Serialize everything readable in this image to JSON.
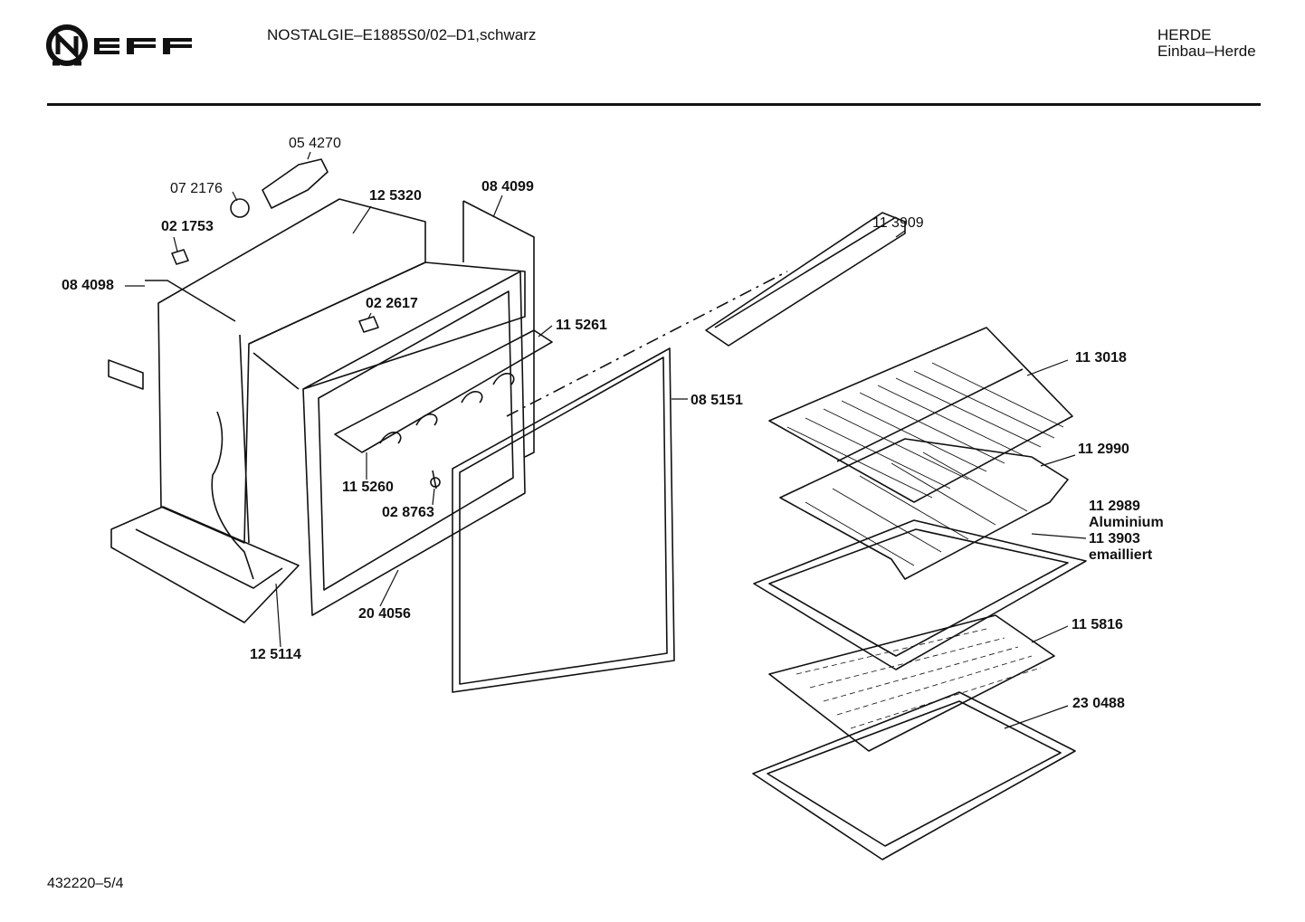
{
  "header": {
    "title": "NOSTALGIE–E1885S0/02–D1,schwarz",
    "category": "HERDE",
    "subcategory": "Einbau–Herde"
  },
  "brand": {
    "name": "NEFF"
  },
  "footer": {
    "doc_id": "432220–5/4"
  },
  "parts": {
    "p054270": "05 4270",
    "p072176": "07 2176",
    "p125320": "12 5320",
    "p084099": "08 4099",
    "p021753": "02 1753",
    "p084098": "08 4098",
    "p022617": "02 2617",
    "p115261": "11 5261",
    "p113909": "11 3909",
    "p113018": "11 3018",
    "p085151": "08 5151",
    "p112990": "11 2990",
    "p115260": "11 5260",
    "p028763": "02 8763",
    "p112989": "11 2989",
    "p112989_note": "Aluminium",
    "p113903": "11 3903",
    "p113903_note": "emailliert",
    "p125114": "12 5114",
    "p204056": "20 4056",
    "p115816": "11 5816",
    "p230488": "23 0488"
  }
}
